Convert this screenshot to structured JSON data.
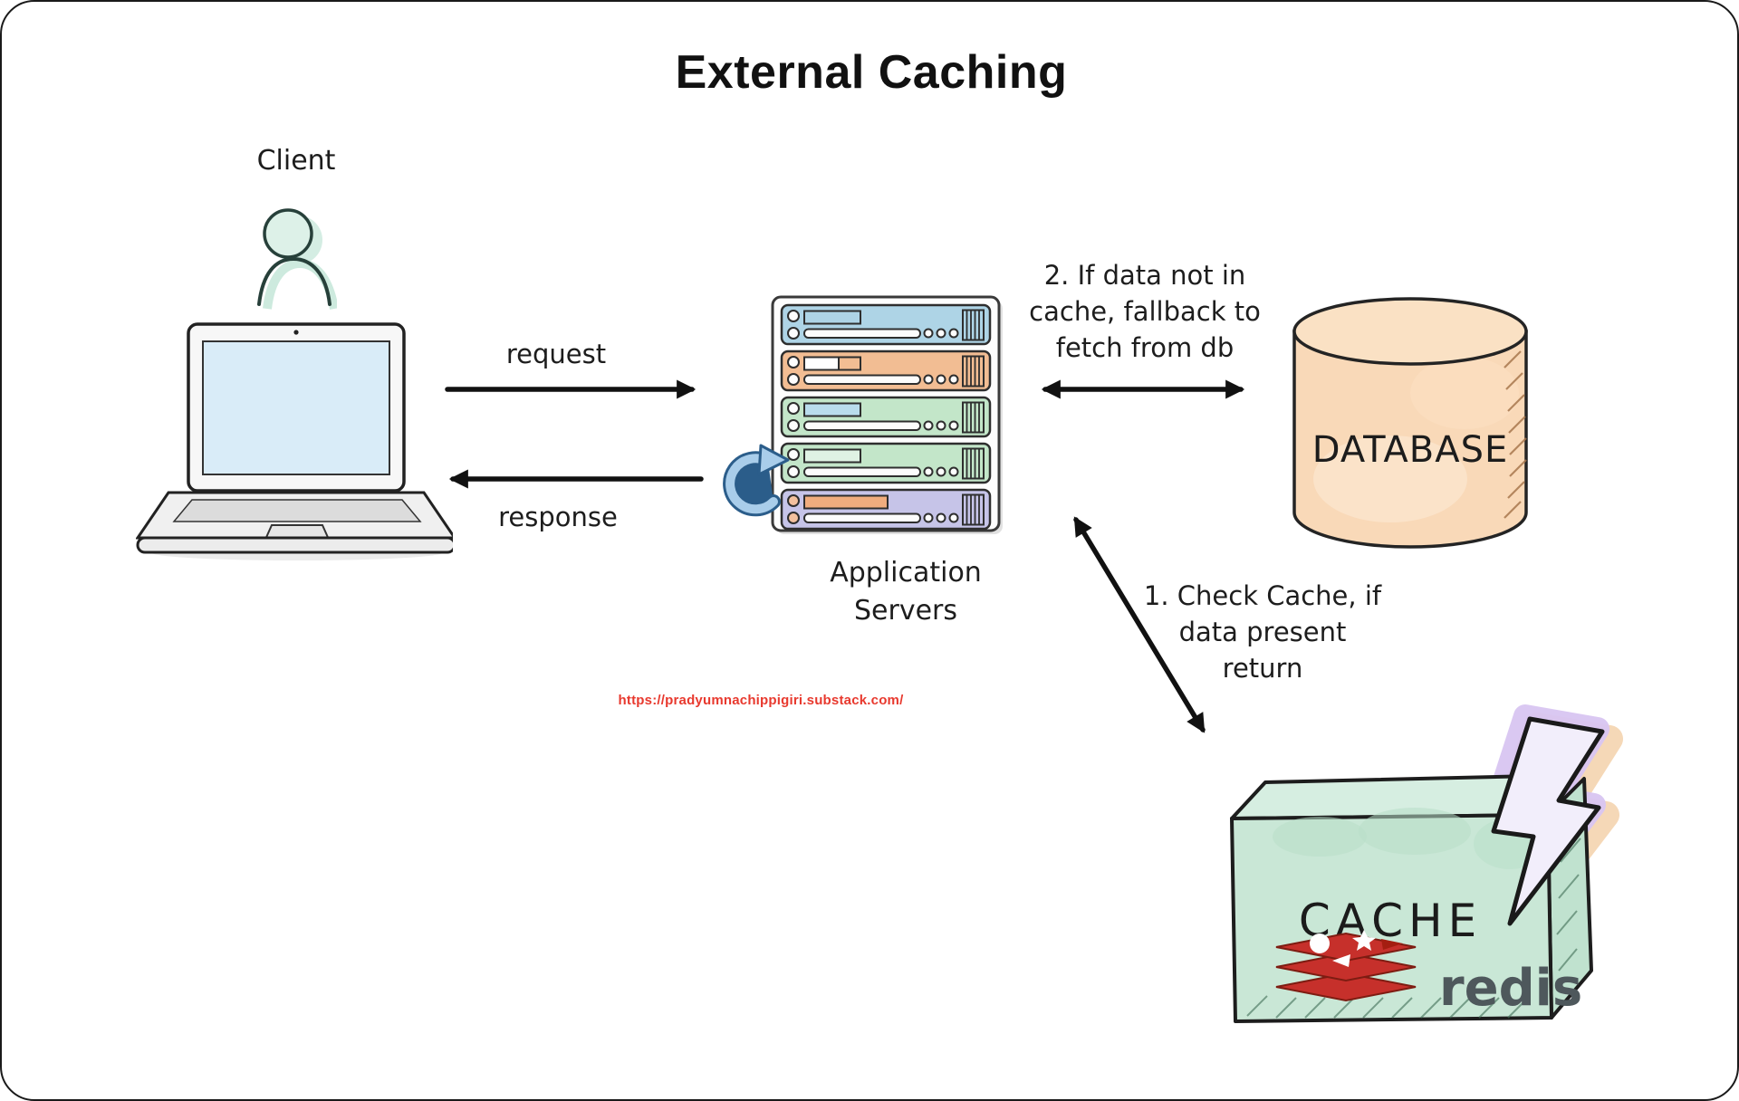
{
  "title": "External Caching",
  "client": {
    "label": "Client"
  },
  "arrows": {
    "request_label": "request",
    "response_label": "response",
    "stroke": "#111111"
  },
  "servers": {
    "label_lines": [
      "Application",
      "Servers"
    ],
    "row_colors": [
      "#aed4e6",
      "#f2bd93",
      "#c3e6c9",
      "#c3e6c9",
      "#c6c4e8"
    ],
    "inner_rect_fills": [
      "#aed4e6",
      "#ffffff",
      "#b9dcec",
      "#dff2e4",
      "#f0ad7e"
    ],
    "knob_fill_default": "#fdfdfd",
    "knob_fill_bottom_row": "#f3c19e",
    "cabinet_fill": "#fdfdfd"
  },
  "loop_arrow": {
    "band_fill": "#a9cdea",
    "outline": "#2b5d8a"
  },
  "database": {
    "label": "DATABASE",
    "fill": "#f9d9b8",
    "top_fill": "#fae1c4",
    "patch_fill": "#fce7d0"
  },
  "cache": {
    "label": "CACHE",
    "vendor_label": "redis",
    "front_fill": "#c9e7d6",
    "top_fill": "#d6eee1",
    "side_fill": "#c0e2cf",
    "blob_fill": "#b8dfc8",
    "bolt_fill": "#f2eefb",
    "bolt_halo": "#d9c6f2",
    "bolt_glow": "#f5d6b4",
    "redis_red": "#c6302b",
    "redis_dark_red": "#a41e11",
    "redis_text_color": "#4e585c"
  },
  "notes": {
    "db_fallback_lines": [
      "2. If data not in",
      "cache, fallback to",
      "fetch from db"
    ],
    "cache_check_lines": [
      "1. Check Cache, if",
      "data present",
      "return"
    ]
  },
  "watermark": {
    "url": "https://pradyumnachippigiri.substack.com/",
    "color": "#e8392e"
  }
}
